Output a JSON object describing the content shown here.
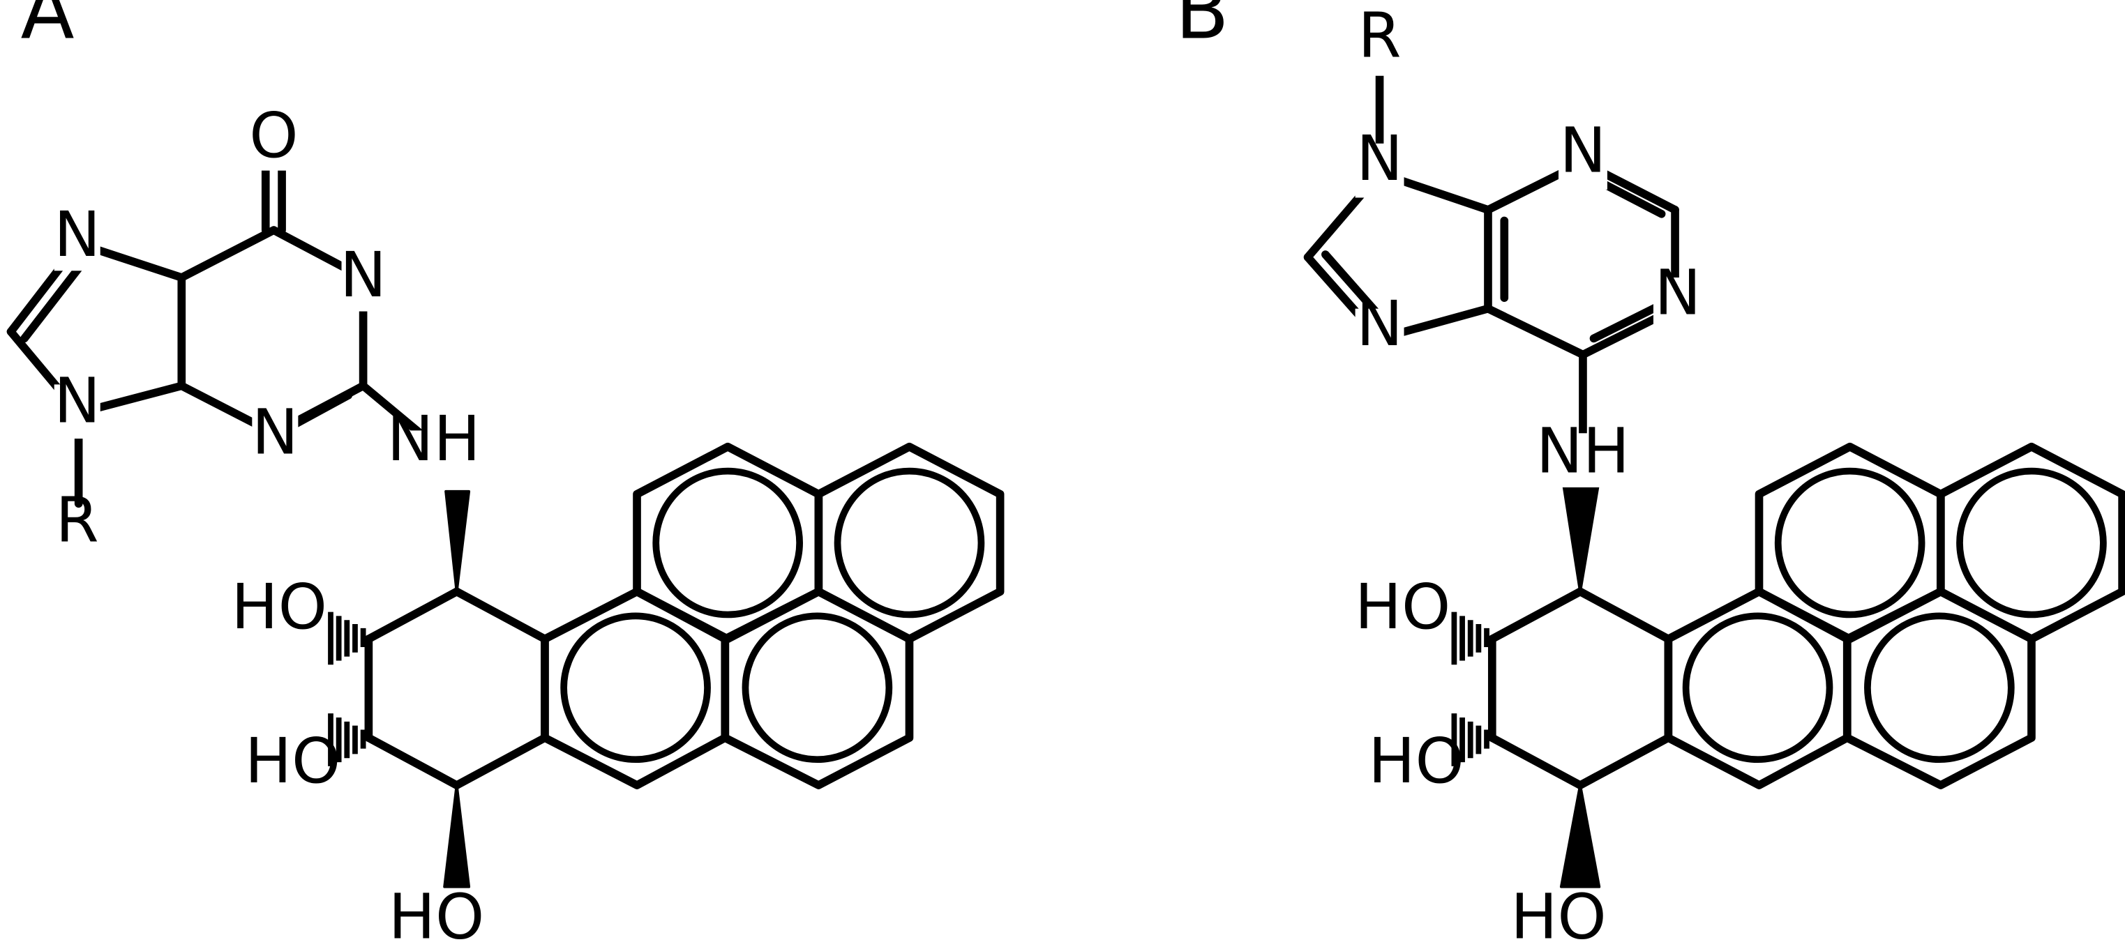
{
  "panels": [
    {
      "letter": "A",
      "atoms": {
        "o": "O",
        "n1": "N",
        "n3": "N",
        "n7": "N",
        "n9": "N",
        "nh": "NH",
        "r": "R",
        "ho1": "HO",
        "ho2": "HO",
        "ho3": "HO"
      }
    },
    {
      "letter": "B",
      "atoms": {
        "n1": "N",
        "n3": "N",
        "n7": "N",
        "n9": "N",
        "nh": "NH",
        "r": "R",
        "ho1": "HO",
        "ho2": "HO",
        "ho3": "HO"
      }
    }
  ]
}
